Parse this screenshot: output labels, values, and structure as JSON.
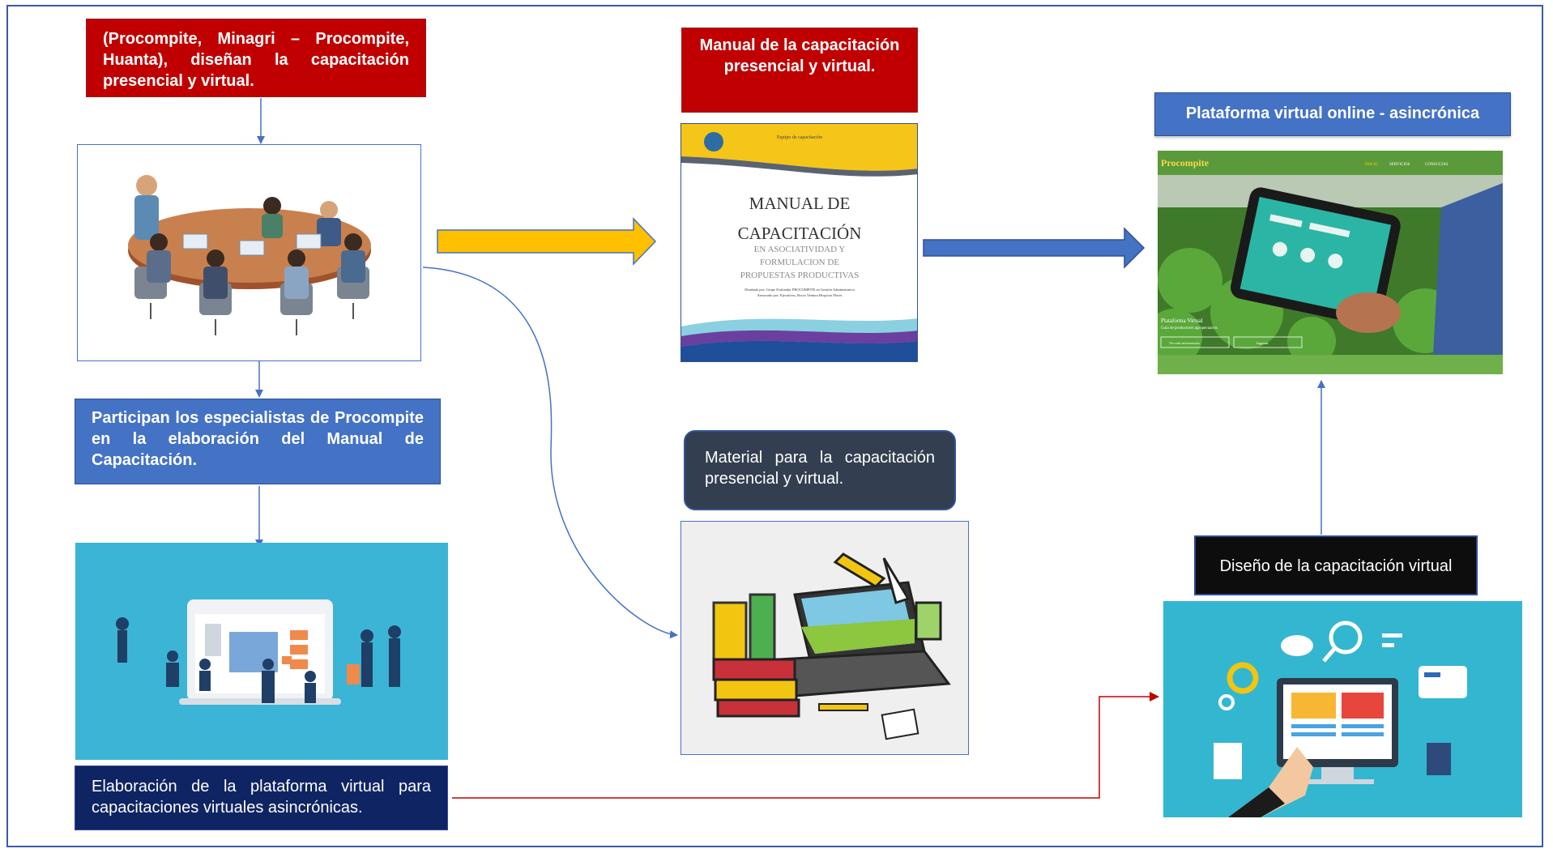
{
  "boxes": {
    "design_team": "(Procompite, Minagri – Procompite, Huanta), diseñan la capacitación presencial y virtual.",
    "specialists": "Participan los especialistas de Procompite en la elaboración del Manual de Capacitación.",
    "platform_build": "Elaboración de la plataforma virtual para capacitaciones virtuales asincrónicas.",
    "manual": "Manual de la capacitación presencial y virtual.",
    "material": "Material para la capacitación presencial y virtual.",
    "online_platform": "Plataforma virtual online - asincrónica",
    "virtual_design": "Diseño de la capacitación virtual"
  },
  "manual_cover": {
    "top_text": "Equipo de capacitación",
    "title_line1": "MANUAL DE",
    "title_line2": "CAPACITACIÓN",
    "subtitle_line1": "EN ASOCIATIVIDAD Y",
    "subtitle_line2": "FORMULACION DE",
    "subtitle_line3": "PROPUESTAS PRODUCTIVAS",
    "credit_line1": "Diseñado por: Grupo Evaluador PROCOMPITE en Gestión Administrativa",
    "credit_line2": "Asesorado por: Ejecutivos, Rocío Ventura Hospicio Flores"
  },
  "website": {
    "brand": "Procompite",
    "nav": [
      "INICIO",
      "SERVICIOS",
      "CONSULTAS"
    ],
    "hero_title": "Plataforma Virtual",
    "hero_subtitle": "Guía de productores agropecuarios",
    "btn1": "Ver más información",
    "btn2": "Ingresar"
  },
  "colors": {
    "red": "#c00000",
    "blue": "#4472c4",
    "navy": "#0f2463",
    "yellow_arrow": "#ffc000",
    "blue_arrow": "#4472c4"
  }
}
